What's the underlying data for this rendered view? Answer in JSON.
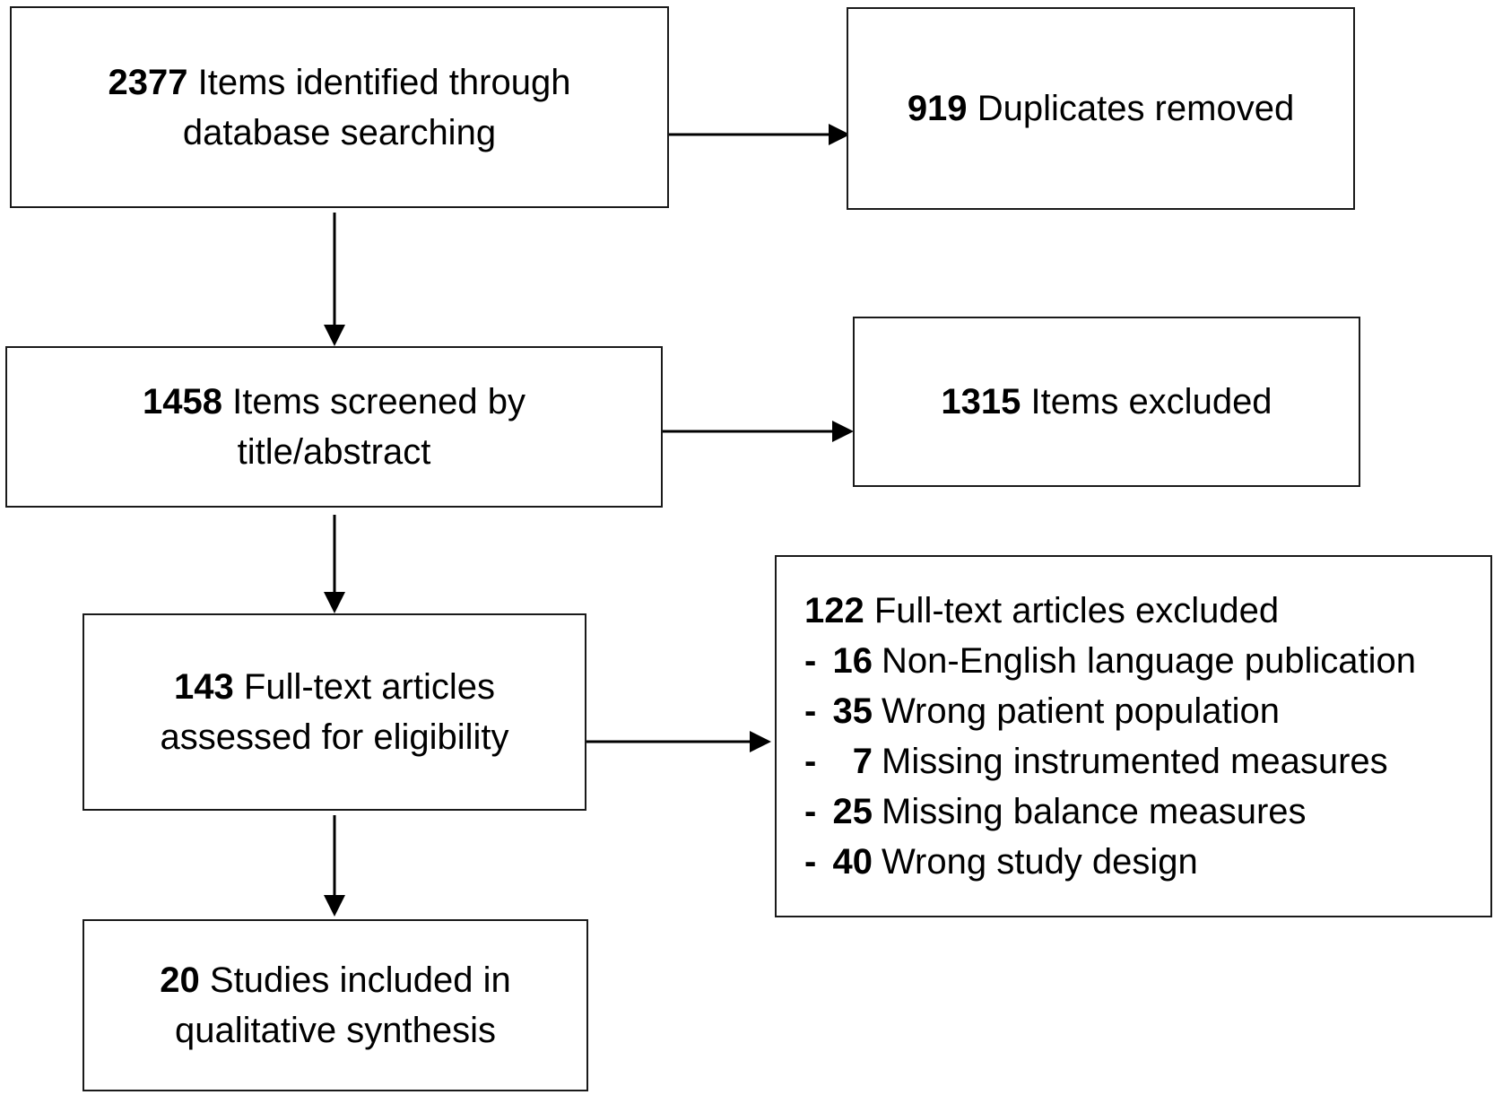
{
  "boxes": {
    "identified": {
      "count": "2377",
      "line1": "Items identified through",
      "line2": "database searching"
    },
    "duplicates": {
      "count": "919",
      "text": "Duplicates removed"
    },
    "screened": {
      "count": "1458",
      "line1": "Items screened by",
      "line2": "title/abstract"
    },
    "excluded": {
      "count": "1315",
      "text": "Items excluded"
    },
    "fulltext": {
      "count": "143",
      "line1": "Full-text articles",
      "line2": "assessed for eligibility"
    },
    "included": {
      "count": "20",
      "line1": "Studies included in",
      "line2": "qualitative synthesis"
    },
    "fulltext_excluded": {
      "count": "122",
      "text": "Full-text articles excluded",
      "reasons": [
        {
          "dash": "-",
          "count": "16",
          "text": "Non-English language publication"
        },
        {
          "dash": "-",
          "count": "35",
          "text": "Wrong patient population"
        },
        {
          "dash": "-",
          "count": "7",
          "text": "Missing instrumented measures"
        },
        {
          "dash": "-",
          "count": "25",
          "text": "Missing balance measures"
        },
        {
          "dash": "-",
          "count": "40",
          "text": "Wrong study design"
        }
      ]
    }
  }
}
